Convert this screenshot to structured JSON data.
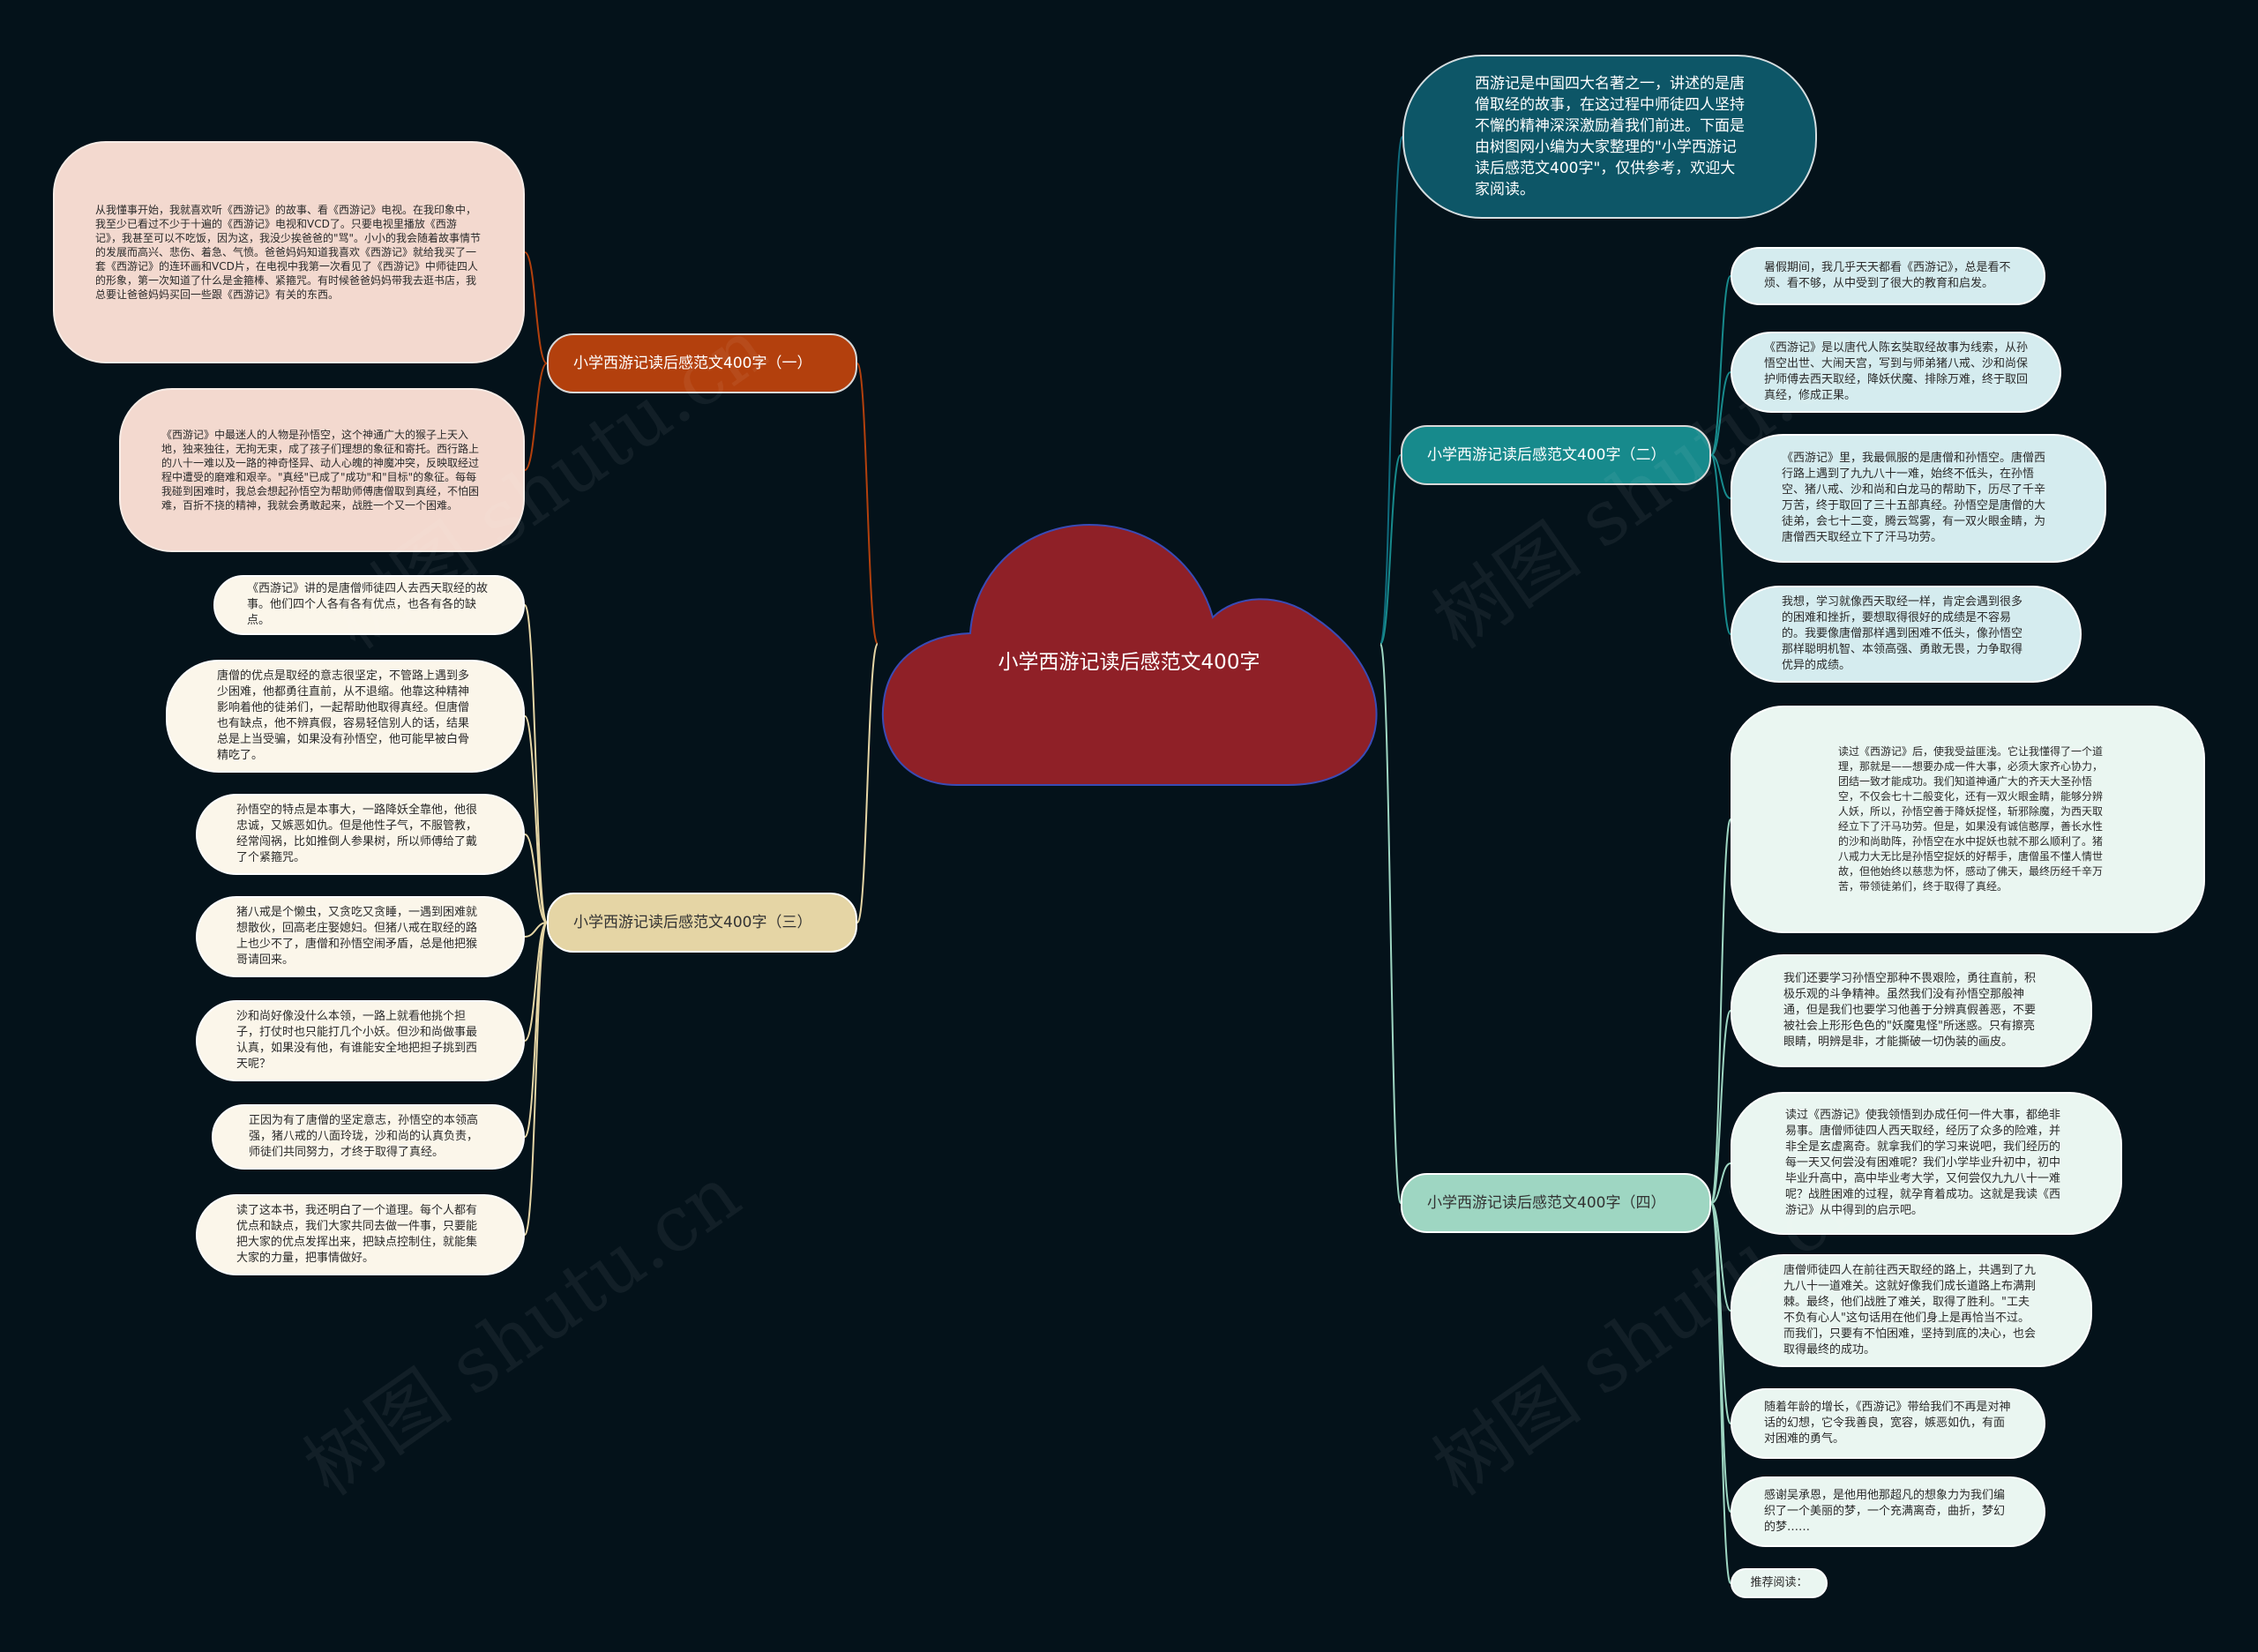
{
  "center": {
    "label": "小学西游记读后感范文400字",
    "fill": "#8f2027"
  },
  "intro": "西游记是中国四大名著之一，讲述的是唐僧取经的故事，在这过程中师徒四人坚持不懈的精神深深激励着我们前进。下面是由树图网小编为大家整理的\"小学西游记读后感范文400字\"，仅供参考，欢迎大家阅读。",
  "branches": [
    {
      "label": "小学西游记读后感范文400字（一）",
      "color": "#b3400d",
      "leaf_fill": "#f3d9cf",
      "leaves": [
        "从我懂事开始，我就喜欢听《西游记》的故事、看《西游记》电视。在我印象中，我至少已看过不少于十遍的《西游记》电视和VCD了。只要电视里播放《西游记》，我甚至可以不吃饭，因为这，我没少挨爸爸的\"骂\"。小小的我会随着故事情节的发展而高兴、悲伤、着急、气愤。爸爸妈妈知道我喜欢《西游记》就给我买了一套《西游记》的连环画和VCD片，在电视中我第一次看见了《西游记》中师徒四人的形象，第一次知道了什么是金箍棒、紧箍咒。有时候爸爸妈妈带我去逛书店，我总要让爸爸妈妈买回一些跟《西游记》有关的东西。",
        "《西游记》中最迷人的人物是孙悟空，这个神通广大的猴子上天入地，独来独往，无拘无束，成了孩子们理想的象征和寄托。西行路上的八十一难以及一路的神奇怪异、动人心魄的神魔冲突，反映取经过程中遭受的磨难和艰辛。\"真经\"已成了\"成功\"和\"目标\"的象征。每每我碰到困难时，我总会想起孙悟空为帮助师傅唐僧取到真经，不怕困难，百折不挠的精神，我就会勇敢起来，战胜一个又一个困难。"
      ]
    },
    {
      "label": "小学西游记读后感范文400字（二）",
      "color": "#178a8c",
      "leaf_fill": "#d5ecef",
      "leaves": [
        "暑假期间，我几乎天天都看《西游记》，总是看不烦、看不够，从中受到了很大的教育和启发。",
        "《西游记》是以唐代人陈玄奘取经故事为线索，从孙悟空出世、大闹天宫，写到与师弟猪八戒、沙和尚保护师傅去西天取经，降妖伏魔、排除万难，终于取回真经，修成正果。",
        "《西游记》里，我最佩服的是唐僧和孙悟空。唐僧西行路上遇到了九九八十一难，始终不低头，在孙悟空、猪八戒、沙和尚和白龙马的帮助下，历尽了千辛万苦，终于取回了三十五部真经。孙悟空是唐僧的大徒弟，会七十二变，腾云驾雾，有一双火眼金睛，为唐僧西天取经立下了汗马功劳。",
        "我想，学习就像西天取经一样，肯定会遇到很多的困难和挫折，要想取得很好的成绩是不容易的。我要像唐僧那样遇到困难不低头，像孙悟空那样聪明机智、本领高强、勇敢无畏，力争取得优异的成绩。"
      ]
    },
    {
      "label": "小学西游记读后感范文400字（三）",
      "color": "#e5d5a5",
      "leaf_fill": "#fbf6ea",
      "leaves": [
        "《西游记》讲的是唐僧师徒四人去西天取经的故事。他们四个人各有各有优点，也各有各的缺点。",
        "唐僧的优点是取经的意志很坚定，不管路上遇到多少困难，他都勇往直前，从不退缩。他靠这种精神影响着他的徒弟们，一起帮助他取得真经。但唐僧也有缺点，他不辨真假，容易轻信别人的话，结果总是上当受骗，如果没有孙悟空，他可能早被白骨精吃了。",
        "孙悟空的特点是本事大，一路降妖全靠他，他很忠诚，又嫉恶如仇。但是他性子气，不服管教，经常闯祸，比如推倒人参果树，所以师傅给了戴了个紧箍咒。",
        "猪八戒是个懒虫，又贪吃又贪睡，一遇到困难就想散伙，回高老庄娶媳妇。但猪八戒在取经的路上也少不了，唐僧和孙悟空闹矛盾，总是他把猴哥请回来。",
        "沙和尚好像没什么本领，一路上就看他挑个担子，打仗时也只能打几个小妖。但沙和尚做事最认真，如果没有他，有谁能安全地把担子挑到西天呢？",
        "正因为有了唐僧的坚定意志，孙悟空的本领高强，猪八戒的八面玲珑，沙和尚的认真负责，师徒们共同努力，才终于取得了真经。",
        "读了这本书，我还明白了一个道理。每个人都有优点和缺点，我们大家共同去做一件事，只要能把大家的优点发挥出来，把缺点控制住，就能集大家的力量，把事情做好。"
      ]
    },
    {
      "label": "小学西游记读后感范文400字（四）",
      "color": "#9ed6c2",
      "leaf_fill": "#eaf6f1",
      "leaves": [
        "读过《西游记》后，使我受益匪浅。它让我懂得了一个道理，那就是——想要办成一件大事，必须大家齐心协力，团结一致才能成功。我们知道神通广大的齐天大圣孙悟空，不仅会七十二般变化，还有一双火眼金睛，能够分辨人妖，所以，孙悟空善于降妖捉怪，斩邪除魔，为西天取经立下了汗马功劳。但是，如果没有诚信憨厚，善长水性的沙和尚助阵，孙悟空在水中捉妖也就不那么顺利了。猪八戒力大无比是孙悟空捉妖的好帮手，唐僧虽不懂人情世故，但他始终以慈悲为怀，感动了佛天，最终历经千辛万苦，带领徒弟们，终于取得了真经。",
        "我们还要学习孙悟空那种不畏艰险，勇往直前，积极乐观的斗争精神。虽然我们没有孙悟空那般神通，但是我们也要学习他善于分辨真假善恶，不要被社会上形形色色的\"妖魔鬼怪\"所迷惑。只有擦亮眼睛，明辨是非，才能撕破一切伪装的画皮。",
        "读过《西游记》使我领悟到办成任何一件大事，都绝非易事。唐僧师徒四人西天取经，经历了众多的险难，并非全是玄虚离奇。就拿我们的学习来说吧，我们经历的每一天又何尝没有困难呢？我们小学毕业升初中，初中毕业升高中，高中毕业考大学，又何尝仅九九八十一难呢？战胜困难的过程，就孕育着成功。这就是我读《西游记》从中得到的启示吧。",
        "唐僧师徒四人在前往西天取经的路上，共遇到了九九八十一道难关。这就好像我们成长道路上布满荆棘。最终，他们战胜了难关，取得了胜利。\"工夫不负有心人\"这句话用在他们身上是再恰当不过。而我们，只要有不怕困难，坚持到底的决心，也会取得最终的成功。",
        "随着年龄的增长，《西游记》带给我们不再是对神话的幻想，它令我善良，宽容，嫉恶如仇，有面对困难的勇气。",
        "感谢吴承恩，是他用他那超凡的想象力为我们编织了一个美丽的梦，一个充满离奇，曲折，梦幻的梦……",
        "推荐阅读："
      ]
    }
  ],
  "watermark": "树图 shutu.cn"
}
